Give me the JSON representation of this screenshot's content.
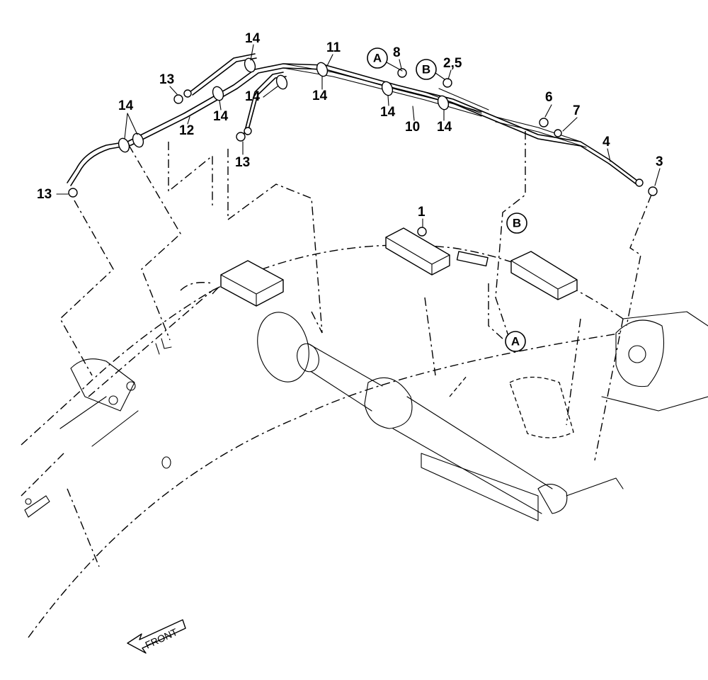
{
  "callouts": {
    "c1": "1",
    "c2_5": "2,5",
    "c3": "3",
    "c4": "4",
    "c6": "6",
    "c7": "7",
    "c8": "8",
    "c10": "10",
    "c11": "11",
    "c12": "12",
    "c13": "13",
    "c14": "14"
  },
  "refs": {
    "a": "A",
    "b": "B"
  },
  "front_label": "FRONT"
}
